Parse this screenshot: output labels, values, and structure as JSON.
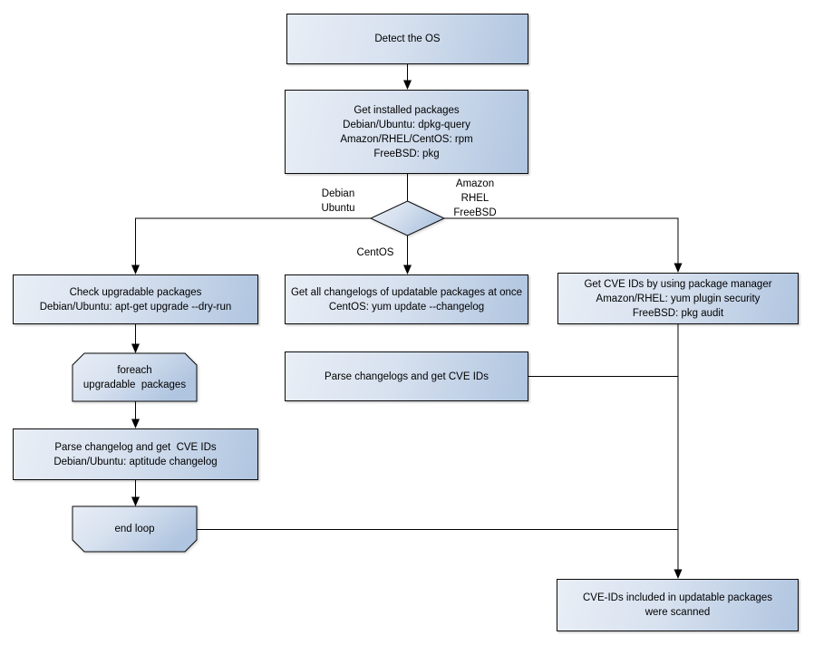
{
  "nodes": {
    "detect_os": {
      "lines": [
        "Detect the OS"
      ]
    },
    "get_installed_packages": {
      "lines": [
        "Get installed packages",
        "Debian/Ubuntu: dpkg-query",
        "Amazon/RHEL/CentOS: rpm",
        "FreeBSD: pkg"
      ]
    },
    "check_upgradable_packages": {
      "lines": [
        "Check upgradable packages",
        "Debian/Ubuntu: apt-get upgrade --dry-run"
      ]
    },
    "foreach_loop_start": {
      "lines": [
        "foreach",
        "upgradable  packages"
      ]
    },
    "parse_changelog_debian": {
      "lines": [
        "Parse changelog and get  CVE IDs",
        "Debian/Ubuntu: aptitude changelog"
      ]
    },
    "end_loop": {
      "lines": [
        "end loop"
      ]
    },
    "get_all_changelogs": {
      "lines": [
        "Get all changelogs of updatable packages at once",
        "CentOS: yum update --changelog"
      ]
    },
    "parse_changelogs_centos": {
      "lines": [
        "Parse changelogs and get CVE IDs"
      ]
    },
    "get_cve_by_pkg_manager": {
      "lines": [
        "Get CVE IDs by using package manager",
        "Amazon/RHEL: yum plugin security",
        "FreeBSD: pkg audit"
      ]
    },
    "scan_result": {
      "lines": [
        "CVE-IDs included in updatable packages",
        "were scanned"
      ]
    }
  },
  "edge_labels": {
    "debian_branch": {
      "lines": [
        "Debian",
        "Ubuntu"
      ]
    },
    "amazon_branch": {
      "lines": [
        "Amazon",
        "RHEL",
        "FreeBSD"
      ]
    },
    "centos_branch": {
      "lines": [
        "CentOS"
      ]
    }
  },
  "colors": {
    "node_fill_light": "#e9eef6",
    "node_fill_dark": "#b0c5e0",
    "node_border": "#0a0a0a",
    "connector": "#000000",
    "background": "#ffffff"
  }
}
